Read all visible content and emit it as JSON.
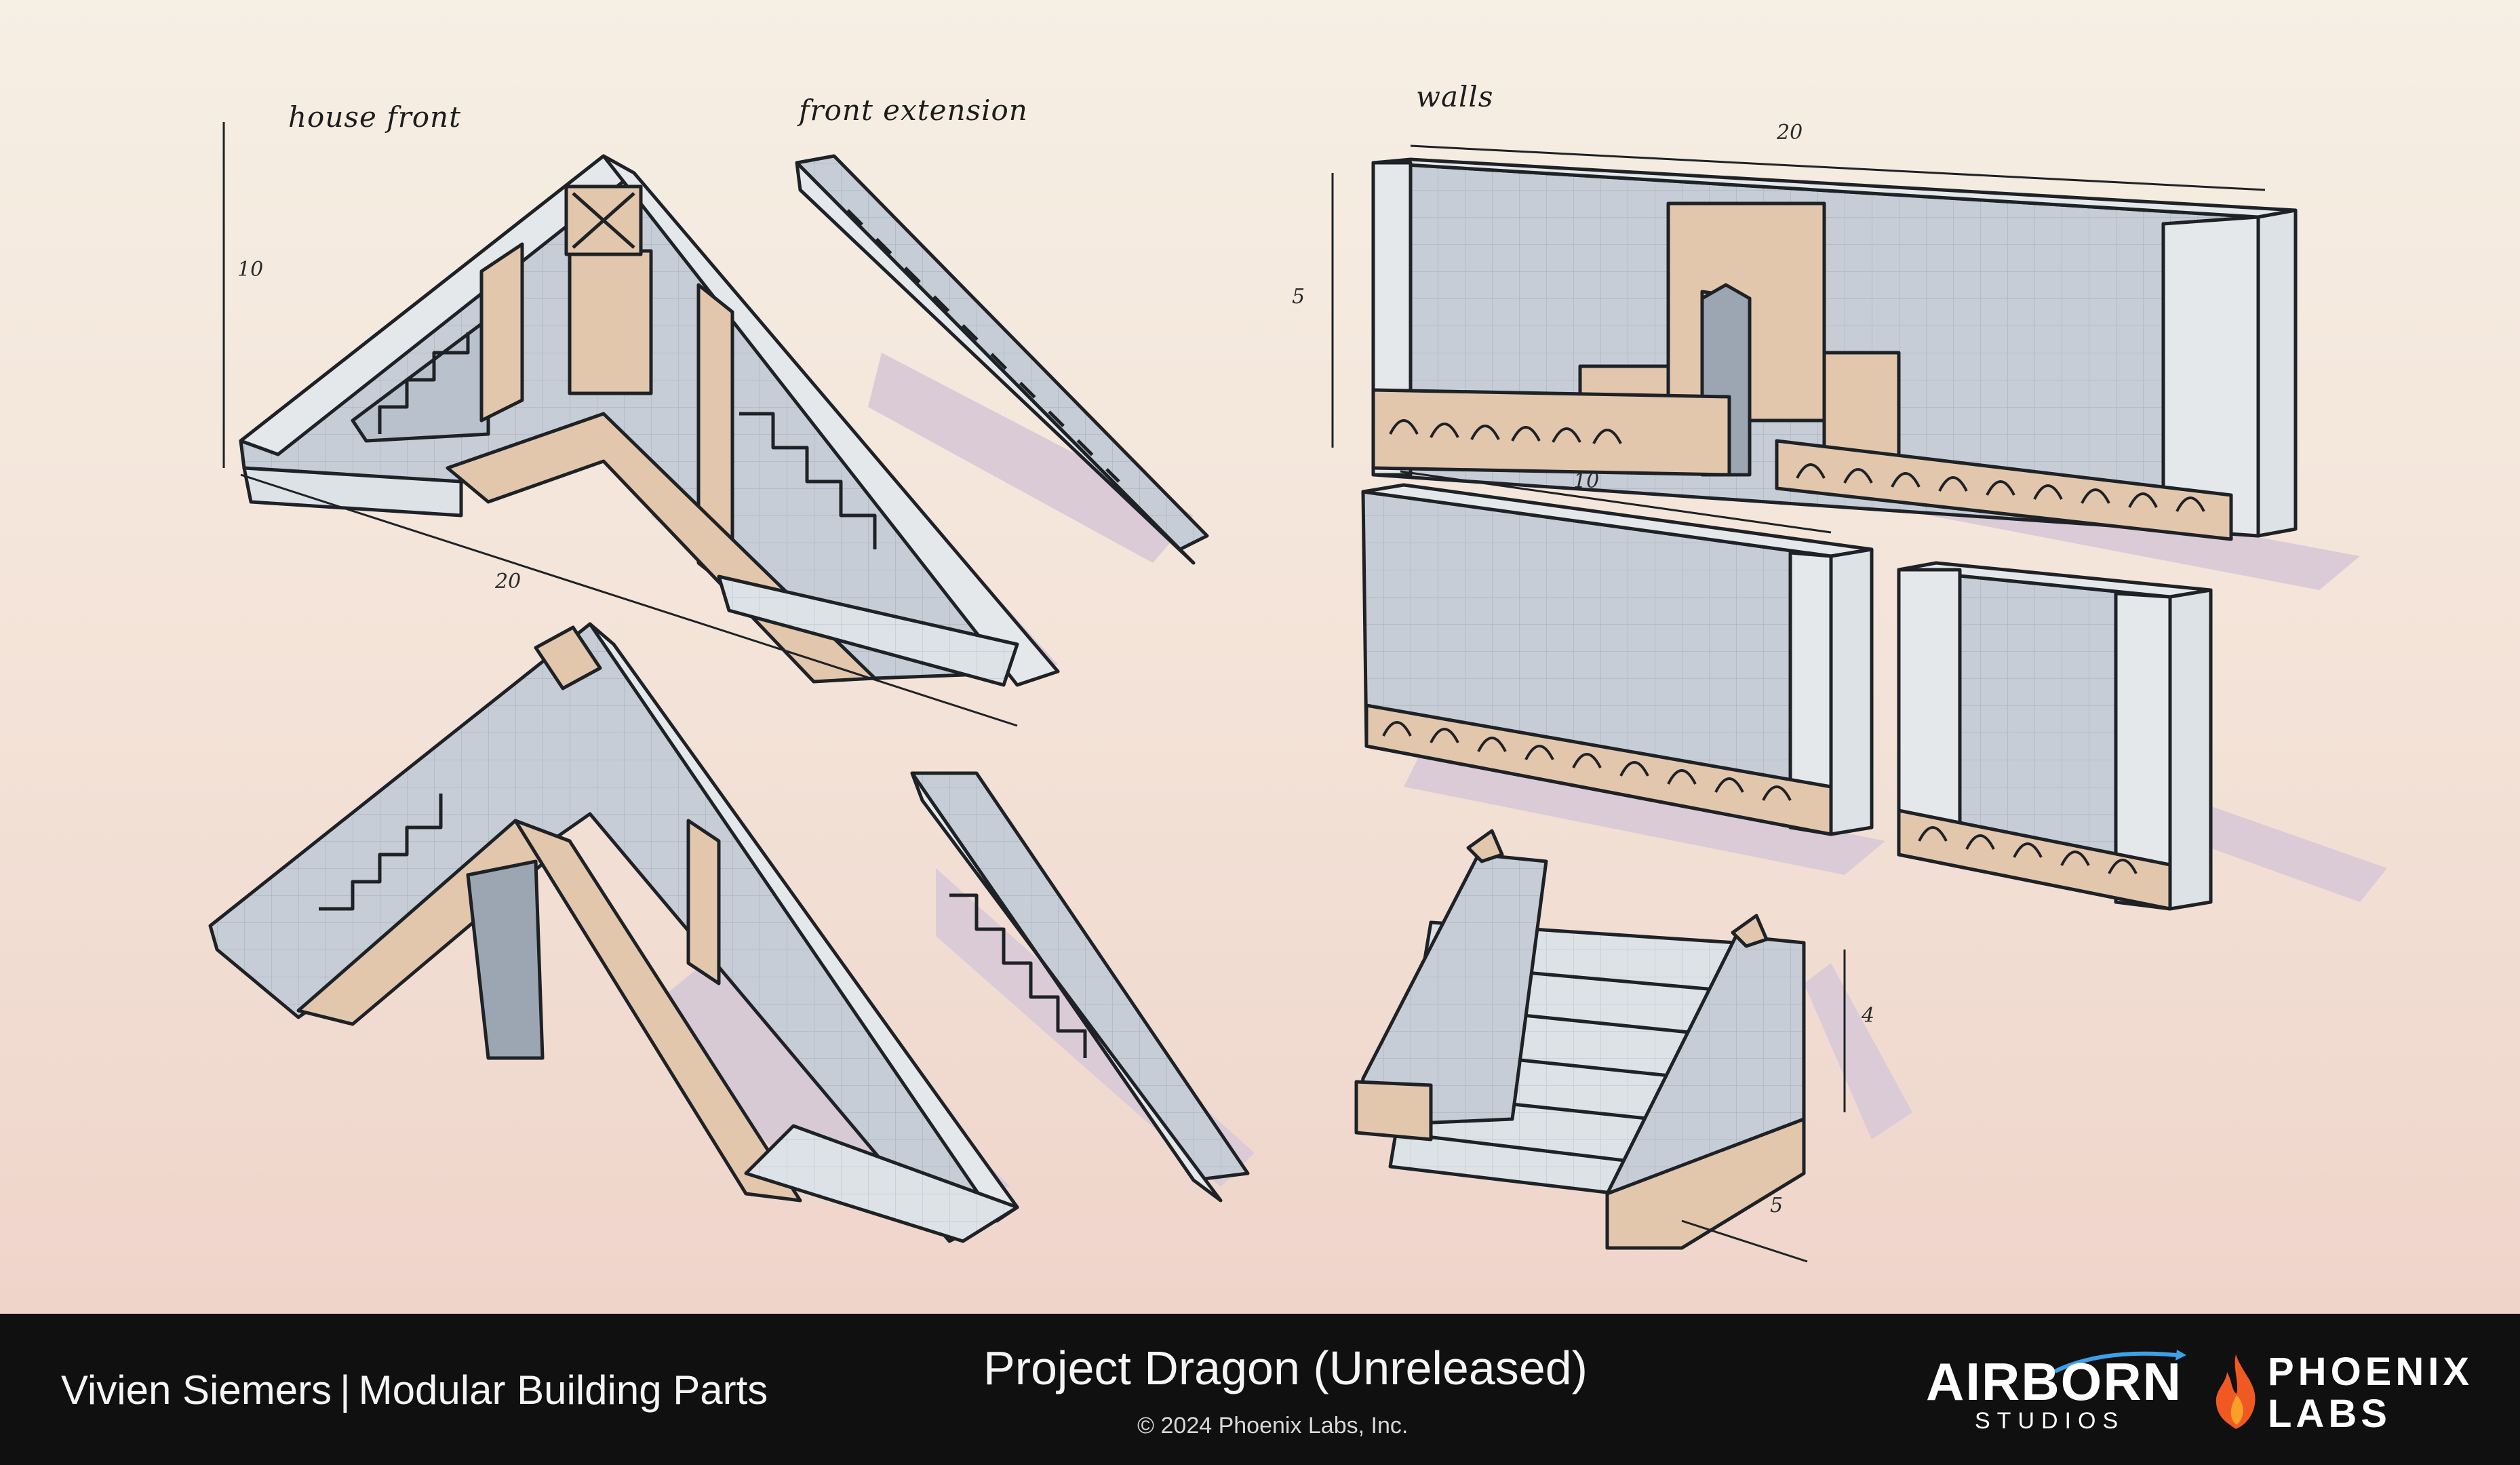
{
  "labels": {
    "house_front": "house front",
    "front_extension": "front extension",
    "walls": "walls"
  },
  "dimensions": {
    "house_height": "10",
    "house_width": "20",
    "wall_width": "20",
    "wall_height": "5",
    "wall_medium_width": "10",
    "stairs_height": "4",
    "stairs_depth": "5"
  },
  "footer": {
    "artist": "Vivien Siemers",
    "separator": "|",
    "artwork_title": "Modular Building Parts",
    "project": "Project Dragon (Unreleased)",
    "copyright": "© 2024 Phoenix Labs, Inc.",
    "logo_airborn_name": "AIRBORN",
    "logo_airborn_sub": "STUDIOS",
    "logo_phoenix_line1": "PHOENIX",
    "logo_phoenix_line2": "LABS"
  },
  "colors": {
    "stone": "#c9d0d8",
    "stone_light": "#e4e8ea",
    "wood": "#e2c7ad",
    "ink": "#1e2226",
    "shadow": "#d7cbd6",
    "footer_bg": "#101010",
    "flame": "#f05a22"
  }
}
